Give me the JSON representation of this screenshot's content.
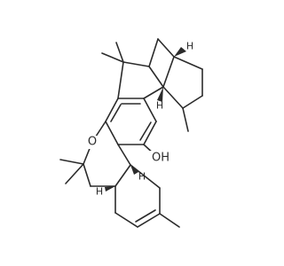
{
  "molecule": {
    "oxygen_label": "O",
    "hydroxyl_label": "OH",
    "stereo_h_labels": [
      "H",
      "H",
      "H",
      "H"
    ]
  }
}
